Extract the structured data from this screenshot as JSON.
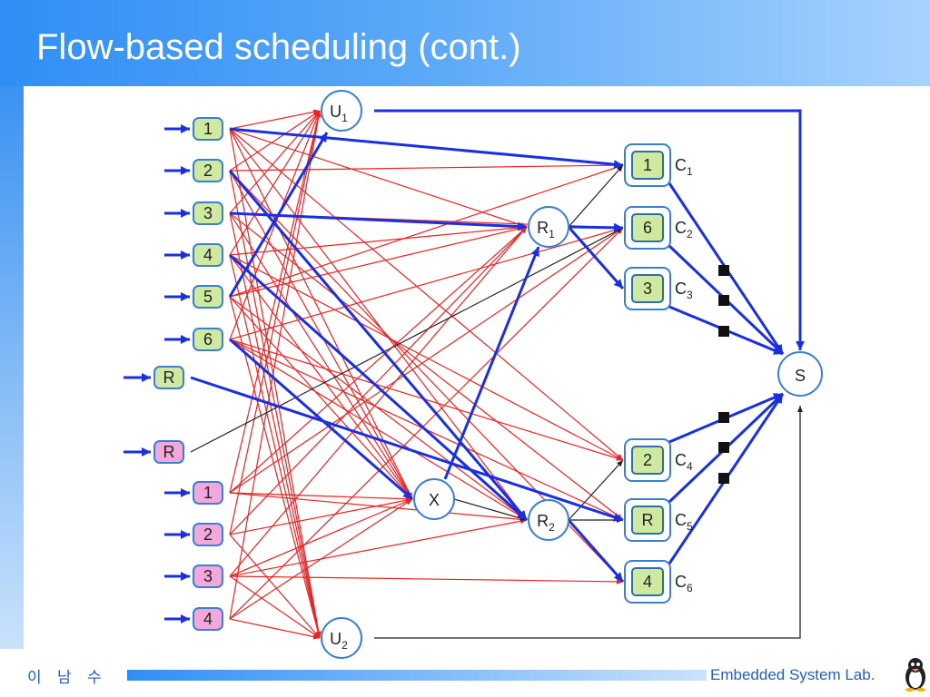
{
  "title": "Flow-based scheduling (cont.)",
  "footer": {
    "author": "이 남 수",
    "lab": "Embedded System Lab."
  },
  "colors": {
    "blue_edge": "#1a2fe0",
    "red_edge": "#ee2222",
    "black_edge": "#222222",
    "green_fill": "#cfe9a0",
    "pink_fill": "#f3a8dc",
    "node_border": "#3b7fd4"
  },
  "diagram": {
    "sources_a": [
      {
        "id": "a1",
        "label": "1"
      },
      {
        "id": "a2",
        "label": "2"
      },
      {
        "id": "a3",
        "label": "3"
      },
      {
        "id": "a4",
        "label": "4"
      },
      {
        "id": "a5",
        "label": "5"
      },
      {
        "id": "a6",
        "label": "6"
      },
      {
        "id": "aR",
        "label": "R"
      }
    ],
    "sources_b": [
      {
        "id": "bR",
        "label": "R"
      },
      {
        "id": "b1",
        "label": "1"
      },
      {
        "id": "b2",
        "label": "2"
      },
      {
        "id": "b3",
        "label": "3"
      },
      {
        "id": "b4",
        "label": "4"
      }
    ],
    "intermediate": [
      {
        "id": "U1",
        "label": "U",
        "sub": "1"
      },
      {
        "id": "R1",
        "label": "R",
        "sub": "1"
      },
      {
        "id": "X",
        "label": "X",
        "sub": ""
      },
      {
        "id": "R2",
        "label": "R",
        "sub": "2"
      },
      {
        "id": "U2",
        "label": "U",
        "sub": "2"
      }
    ],
    "cores": [
      {
        "id": "c1",
        "label": "1",
        "fill": "green",
        "core": "C",
        "sub": "1"
      },
      {
        "id": "c2",
        "label": "6",
        "fill": "green",
        "core": "C",
        "sub": "2"
      },
      {
        "id": "c3",
        "label": "3",
        "fill": "green",
        "core": "C",
        "sub": "3"
      },
      {
        "id": "c4",
        "label": "2",
        "fill": "green",
        "core": "C",
        "sub": "4"
      },
      {
        "id": "c5",
        "label": "R",
        "fill": "green",
        "core": "C",
        "sub": "5"
      },
      {
        "id": "c6",
        "label": "4",
        "fill": "green",
        "core": "C",
        "sub": "6"
      }
    ],
    "sink": {
      "id": "S",
      "label": "S"
    }
  }
}
